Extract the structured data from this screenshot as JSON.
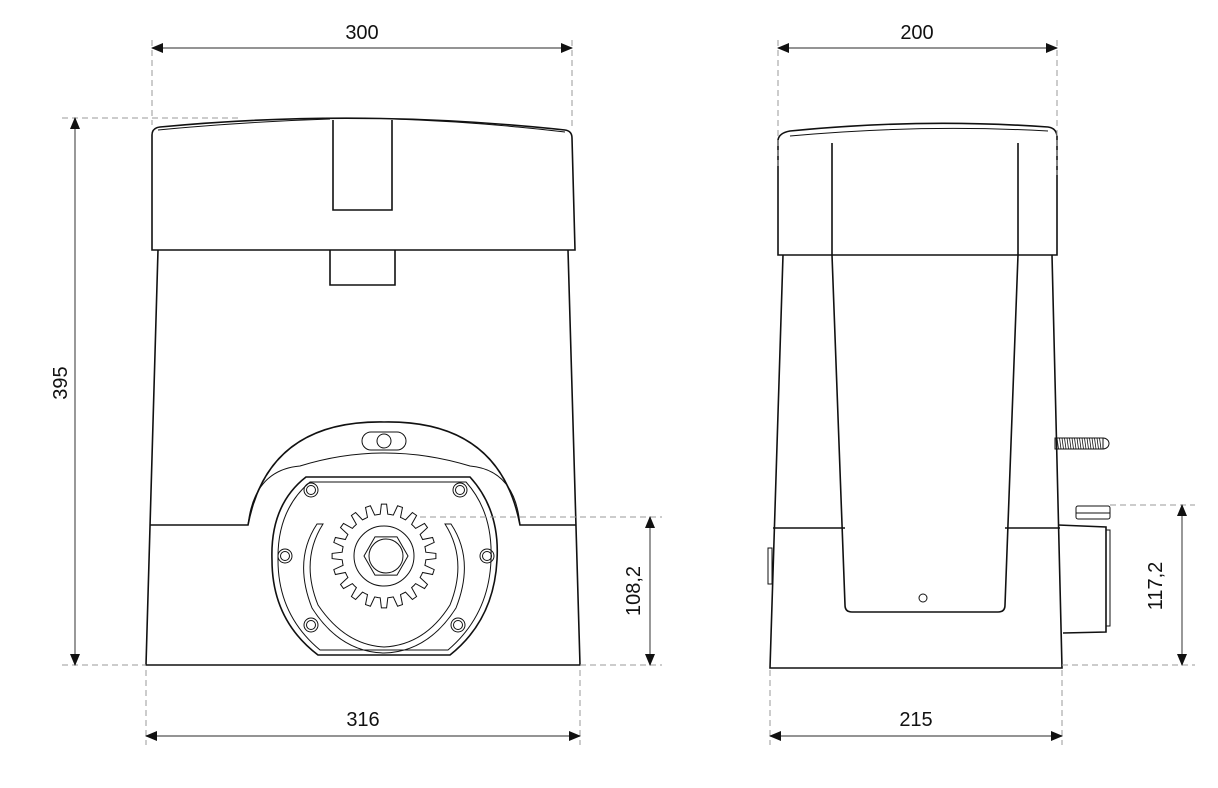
{
  "dimensions": {
    "front_top_width": "300",
    "front_bottom_width": "316",
    "front_height": "395",
    "front_pinion_height": "108,2",
    "side_top_width": "200",
    "side_bottom_width": "215",
    "side_bracket_height": "117,2"
  },
  "colors": {
    "line": "#111111",
    "extension": "#999999"
  }
}
